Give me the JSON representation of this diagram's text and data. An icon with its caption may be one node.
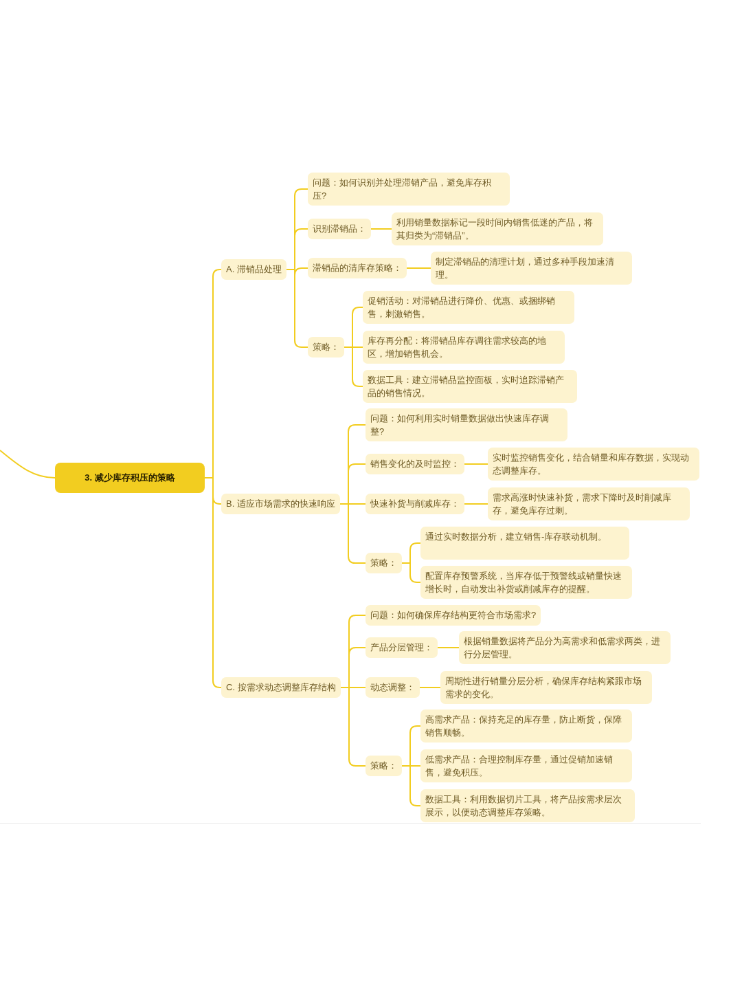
{
  "diagram": {
    "nodes": [
      {
        "text": [
          "3. 减少库存积压的策略"
        ]
      },
      {
        "text": [
          "A. 滞销品处理"
        ]
      },
      {
        "text": [
          "问题：如何识别并处理滞销产品，避免库存积压?"
        ]
      },
      {
        "text": [
          "识别滞销品："
        ]
      },
      {
        "text": [
          "利用销量数据标记一段时间内销售低迷的产品，将其归类为“滞销品”。"
        ]
      },
      {
        "text": [
          "滞销品的清库存策略："
        ]
      },
      {
        "text": [
          "制定滞销品的清理计划，通过多种手段加速清理。"
        ]
      },
      {
        "text": [
          "策略："
        ]
      },
      {
        "text": [
          "促销活动：对滞销品进行降价、优惠、或捆绑销售，刺激销售。"
        ]
      },
      {
        "text": [
          "库存再分配：将滞销品库存调往需求较高的地区，增加销售机会。"
        ]
      },
      {
        "text": [
          "数据工具：建立滞销品监控面板，实时追踪滞销产品的销售情况。"
        ]
      },
      {
        "text": [
          "B. 适应市场需求的快速响应"
        ]
      },
      {
        "text": [
          "问题：如何利用实时销量数据做出快速库存调整?"
        ]
      },
      {
        "text": [
          "销售变化的及时监控："
        ]
      },
      {
        "text": [
          "实时监控销售变化，结合销量和库存数据，实现动态调整库存。"
        ]
      },
      {
        "text": [
          "快速补货与削减库存："
        ]
      },
      {
        "text": [
          "需求高涨时快速补货，需求下降时及时削减库存，避免库存过剩。"
        ]
      },
      {
        "text": [
          "策略："
        ]
      },
      {
        "text": [
          "通过实时数据分析，建立销售-库存联动机制。"
        ]
      },
      {
        "text": [
          "配置库存预警系统，当库存低于预警线或销量快速增长时，自动发出补货或削减库存的提醒。"
        ]
      },
      {
        "text": [
          "C. 按需求动态调整库存结构"
        ]
      },
      {
        "text": [
          "问题：如何确保库存结构更符合市场需求?"
        ]
      },
      {
        "text": [
          "产品分层管理："
        ]
      },
      {
        "text": [
          "根据销量数据将产品分为高需求和低需求两类，进行分层管理。"
        ]
      },
      {
        "text": [
          "动态调整："
        ]
      },
      {
        "text": [
          "周期性进行销量分层分析，确保库存结构紧跟市场需求的变化。"
        ]
      },
      {
        "text": [
          "策略："
        ]
      },
      {
        "text": [
          "高需求产品：保持充足的库存量，防止断货，保障销售顺畅。"
        ]
      },
      {
        "text": [
          "低需求产品：合理控制库存量，通过促销加速销售，避免积压。"
        ]
      },
      {
        "text": [
          "数据工具：利用数据切片工具，将产品按需求层次展示，以便动态调整库存策略。"
        ]
      }
    ],
    "edges": [
      {
        "from": null,
        "to": 0,
        "arrow": "none"
      },
      {
        "from": 0,
        "to": 1,
        "arrow": "none"
      },
      {
        "from": 0,
        "to": 11,
        "arrow": "none"
      },
      {
        "from": 0,
        "to": 20,
        "arrow": "none"
      },
      {
        "from": 1,
        "to": 2,
        "arrow": "none"
      },
      {
        "from": 1,
        "to": 3,
        "arrow": "none"
      },
      {
        "from": 1,
        "to": 5,
        "arrow": "none"
      },
      {
        "from": 1,
        "to": 7,
        "arrow": "none"
      },
      {
        "from": 3,
        "to": 4,
        "arrow": "none"
      },
      {
        "from": 5,
        "to": 6,
        "arrow": "none"
      },
      {
        "from": 7,
        "to": 8,
        "arrow": "none"
      },
      {
        "from": 7,
        "to": 9,
        "arrow": "none"
      },
      {
        "from": 7,
        "to": 10,
        "arrow": "none"
      },
      {
        "from": 11,
        "to": 12,
        "arrow": "none"
      },
      {
        "from": 11,
        "to": 13,
        "arrow": "none"
      },
      {
        "from": 11,
        "to": 15,
        "arrow": "none"
      },
      {
        "from": 11,
        "to": 17,
        "arrow": "none"
      },
      {
        "from": 13,
        "to": 14,
        "arrow": "none"
      },
      {
        "from": 15,
        "to": 16,
        "arrow": "none"
      },
      {
        "from": 17,
        "to": 18,
        "arrow": "none"
      },
      {
        "from": 17,
        "to": 19,
        "arrow": "none"
      },
      {
        "from": 20,
        "to": 21,
        "arrow": "none"
      },
      {
        "from": 20,
        "to": 22,
        "arrow": "none"
      },
      {
        "from": 20,
        "to": 24,
        "arrow": "none"
      },
      {
        "from": 20,
        "to": 26,
        "arrow": "none"
      },
      {
        "from": 22,
        "to": 23,
        "arrow": "none"
      },
      {
        "from": 24,
        "to": 25,
        "arrow": "none"
      },
      {
        "from": 26,
        "to": 27,
        "arrow": "none"
      },
      {
        "from": 26,
        "to": 28,
        "arrow": "none"
      },
      {
        "from": 26,
        "to": 29,
        "arrow": "none"
      }
    ]
  }
}
